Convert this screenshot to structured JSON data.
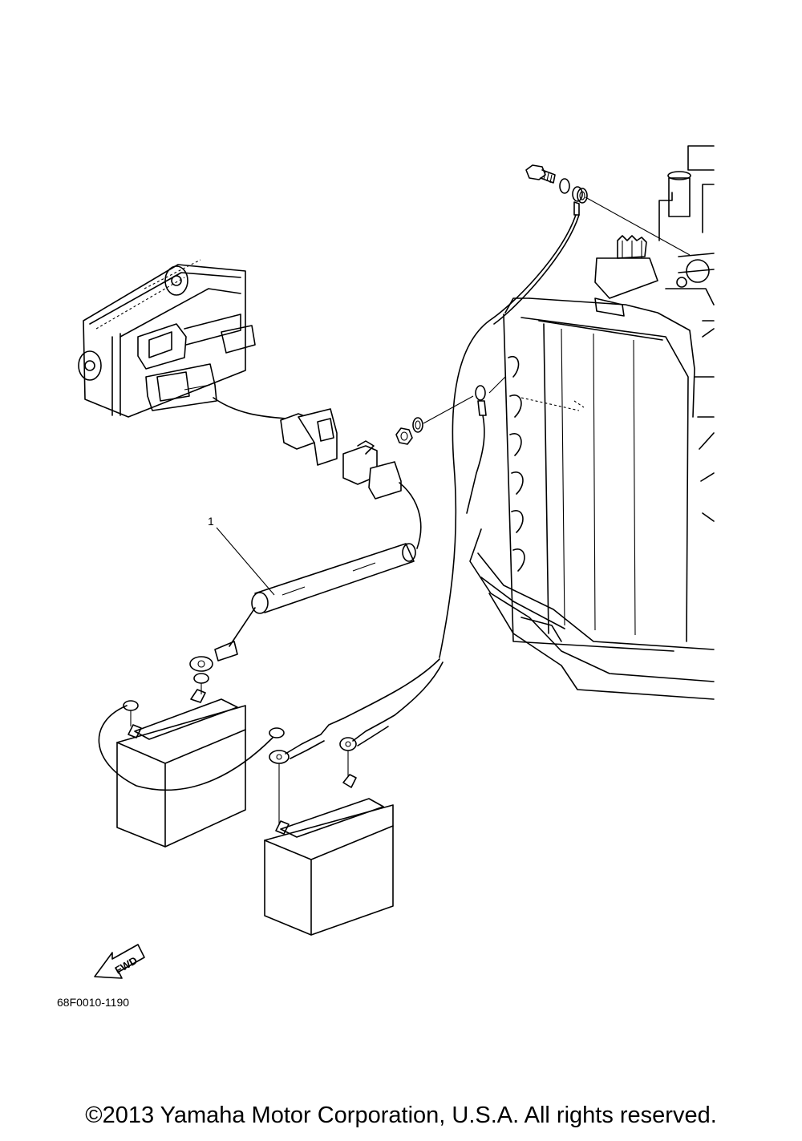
{
  "diagram": {
    "callouts": [
      {
        "label": "1"
      }
    ],
    "direction_marker": {
      "label": "FWD"
    },
    "drawing_code": "68F0010-1190"
  },
  "footer": {
    "copyright": "©2013 Yamaha Motor Corporation, U.S.A. All rights reserved."
  }
}
